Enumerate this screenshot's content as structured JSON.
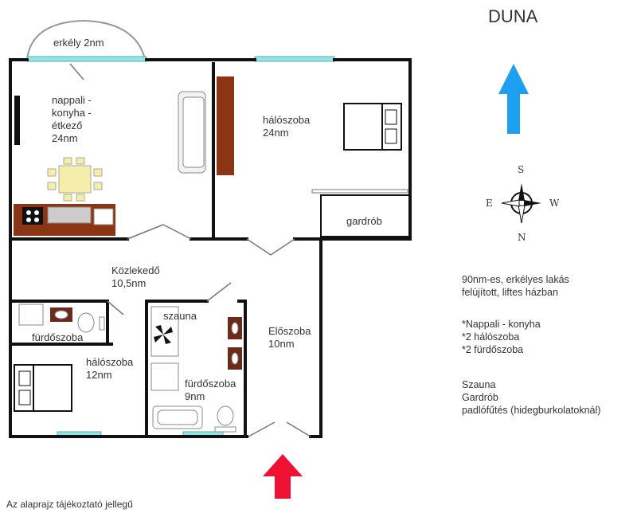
{
  "river_label": "DUNA",
  "compass": {
    "top": "S",
    "bottom": "N",
    "left": "E",
    "right": "W"
  },
  "rooms": {
    "balcony": "erkély 2nm",
    "living": "nappali -\nkonyha -\nétkező\n24nm",
    "bedroom_large": "hálószoba\n24nm",
    "wardrobe": "gardrób",
    "hallway": "Közlekedő\n10,5nm",
    "bathroom_small": "fürdőszoba",
    "sauna": "szauna",
    "foyer": "Előszoba\n10nm",
    "bedroom_small": "hálószoba\n12nm",
    "bathroom_sauna": "fürdőszoba\n9nm"
  },
  "description": {
    "headline": "90nm-es, erkélyes lakás\nfelújított, liftes házban",
    "features": "*Nappali -  konyha\n*2 hálószoba\n*2 fürdőszoba",
    "extras": "Szauna\nGardrób\npadlófűtés (hidegburkolatoknál)"
  },
  "disclaimer": "Az alaprajz tájékoztató jellegű",
  "colors": {
    "wall": "#111111",
    "north_arrow": "#1ea0f0",
    "entrance_arrow": "#ee1133",
    "window": "#8ee8e8",
    "wardrobe_wood": "#8b3515",
    "kitchen": "#8b3515",
    "table": "#f5eeaa"
  },
  "icons": [
    "north-arrow-icon",
    "compass-rose-icon",
    "entrance-arrow-icon",
    "bed-icon",
    "sofa-icon",
    "sauna-fan-icon",
    "bathtub-icon",
    "toilet-icon",
    "sink-icon",
    "shower-icon"
  ]
}
